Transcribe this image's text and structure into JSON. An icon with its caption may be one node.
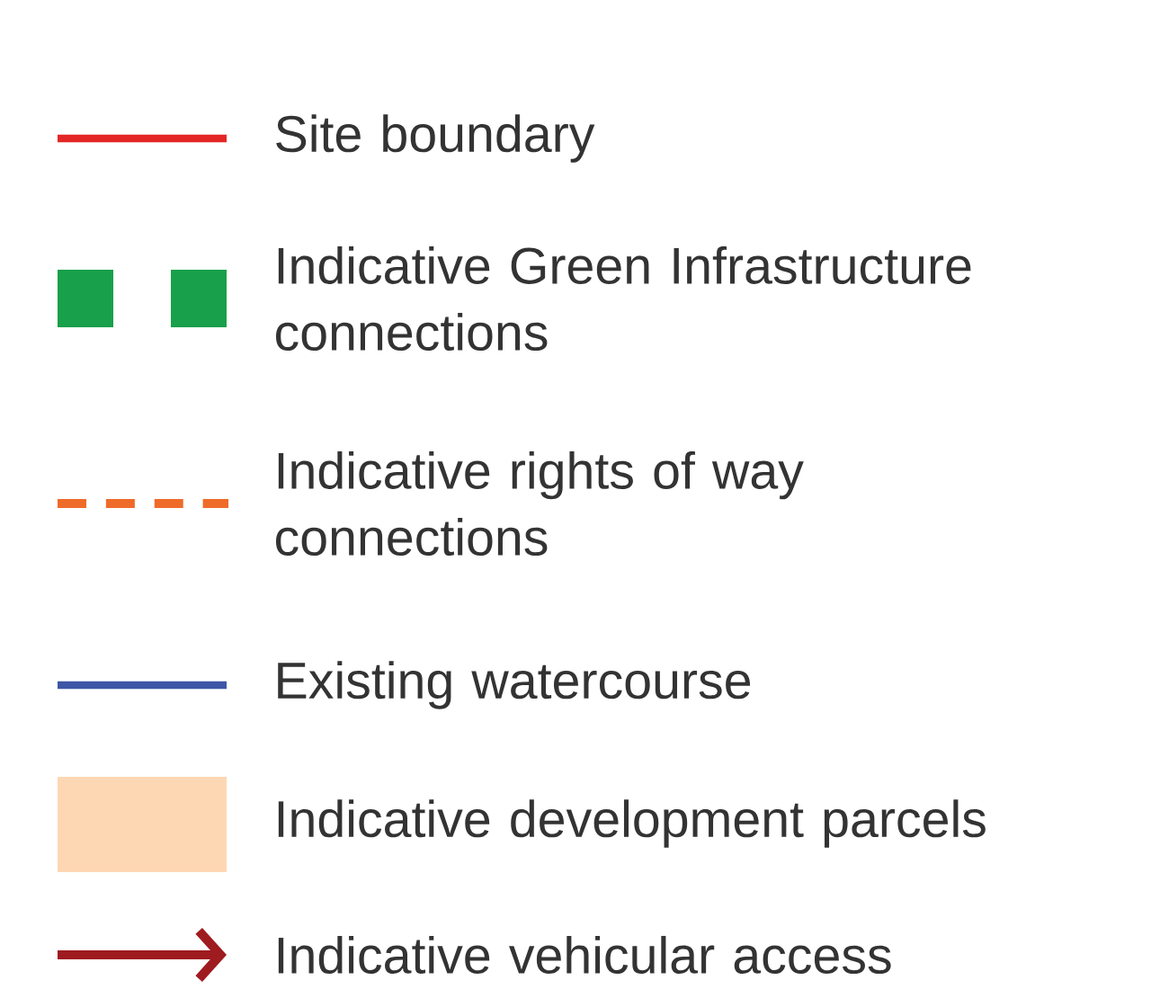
{
  "diagram": {
    "legend": [
      {
        "text": "Site boundary"
      },
      {
        "text": "Indicative Green Infrastructure connections"
      },
      {
        "text": "Indicative rights of way connections"
      },
      {
        "text": "Existing watercourse"
      },
      {
        "text": "Indicative development parcels",
        "color": "#fdd7b4"
      },
      {
        "text": "Indicative vehicular access"
      }
    ]
  }
}
